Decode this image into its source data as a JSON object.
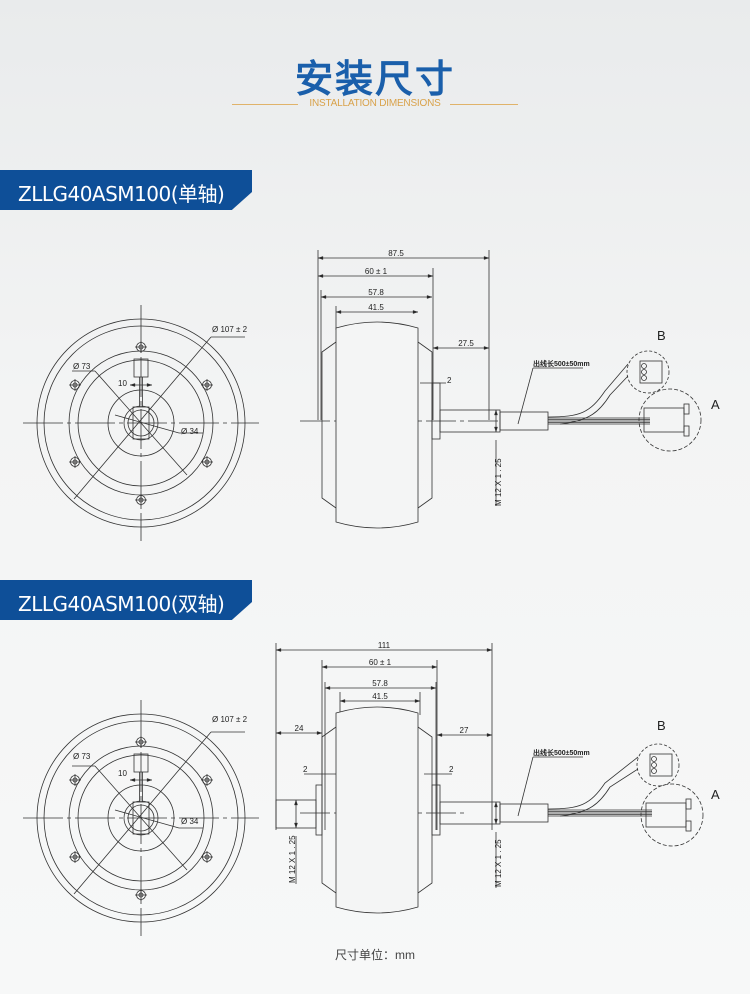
{
  "header": {
    "title": "安装尺寸",
    "subtitle": "INSTALLATION DIMENSIONS"
  },
  "sections": [
    {
      "name": "ZLLG40ASM100(单轴)",
      "front": {
        "d_outer": "Ø 107 ± 2",
        "d_mid": "Ø 73",
        "d_hub": "Ø 34",
        "key": "10"
      },
      "side": {
        "overall": "87.5",
        "flange": "60 ± 1",
        "body": "57.8",
        "core": "41.5",
        "shaft_right": "27.5",
        "gap_right": "2",
        "thread_right": "M 12 X 1 . 25"
      },
      "cable": {
        "length": "出线长500±50mm",
        "label_b": "B",
        "label_a": "A"
      }
    },
    {
      "name": "ZLLG40ASM100(双轴)",
      "front": {
        "d_outer": "Ø 107 ± 2",
        "d_mid": "Ø 73",
        "d_hub": "Ø 34",
        "key": "10"
      },
      "side": {
        "overall": "111",
        "flange": "60 ± 1",
        "body": "57.8",
        "core": "41.5",
        "shaft_left": "24",
        "shaft_right": "27",
        "gap_left": "2",
        "gap_right": "2",
        "thread_left": "M 12 X 1 . 25",
        "thread_right": "M 12 X 1 . 25"
      },
      "cable": {
        "length": "出线长500±50mm",
        "label_b": "B",
        "label_a": "A"
      }
    }
  ],
  "footer": "尺寸单位：mm",
  "colors": {
    "brand": "#1a5fab",
    "banner": "#0e4f98",
    "accent": "#d9a24a"
  }
}
